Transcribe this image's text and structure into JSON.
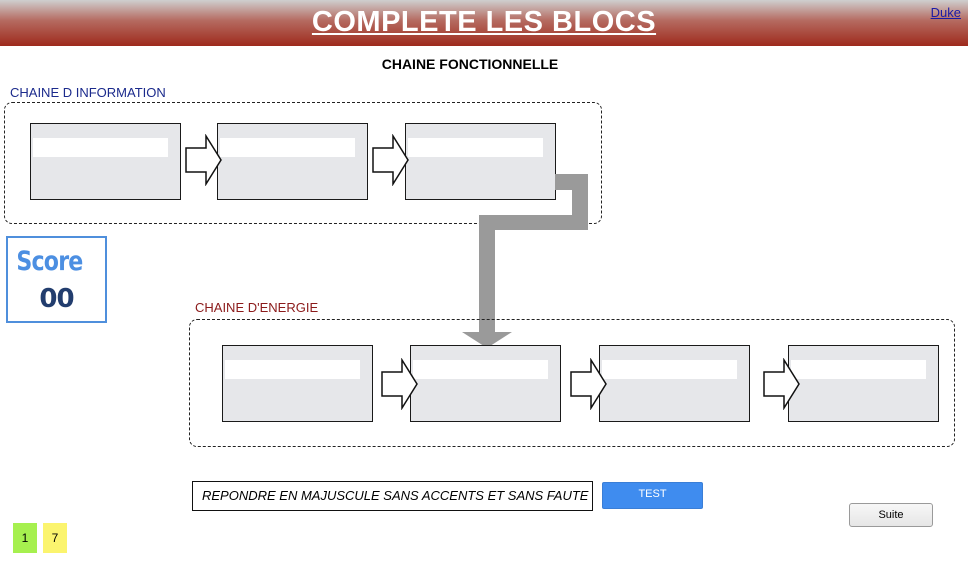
{
  "header": {
    "title": "COMPLETE LES BLOCS",
    "link": "Duke"
  },
  "page_title": "CHAINE FONCTIONNELLE",
  "information_chain": {
    "label": "CHAINE D INFORMATION",
    "blocks": [
      {
        "value": ""
      },
      {
        "value": ""
      },
      {
        "value": ""
      }
    ]
  },
  "energy_chain": {
    "label": "CHAINE D'ENERGIE",
    "blocks": [
      {
        "value": ""
      },
      {
        "value": ""
      },
      {
        "value": ""
      },
      {
        "value": ""
      }
    ]
  },
  "score": {
    "label": "Score",
    "value": "00"
  },
  "instruction": "REPONDRE EN MAJUSCULE SANS ACCENTS ET SANS FAUTE",
  "buttons": {
    "test": "TEST",
    "suite": "Suite"
  },
  "counters": {
    "current": "1",
    "total": "7"
  },
  "colors": {
    "header_top": "#cfcfcf",
    "header_bottom": "#9e2a1c",
    "info_label": "#1b2a8c",
    "energy_label": "#8b1a1a",
    "score": "#4c8fe2",
    "test_button": "#3f8cef",
    "counter_green": "#a6f04f",
    "counter_yellow": "#fbf46e"
  }
}
